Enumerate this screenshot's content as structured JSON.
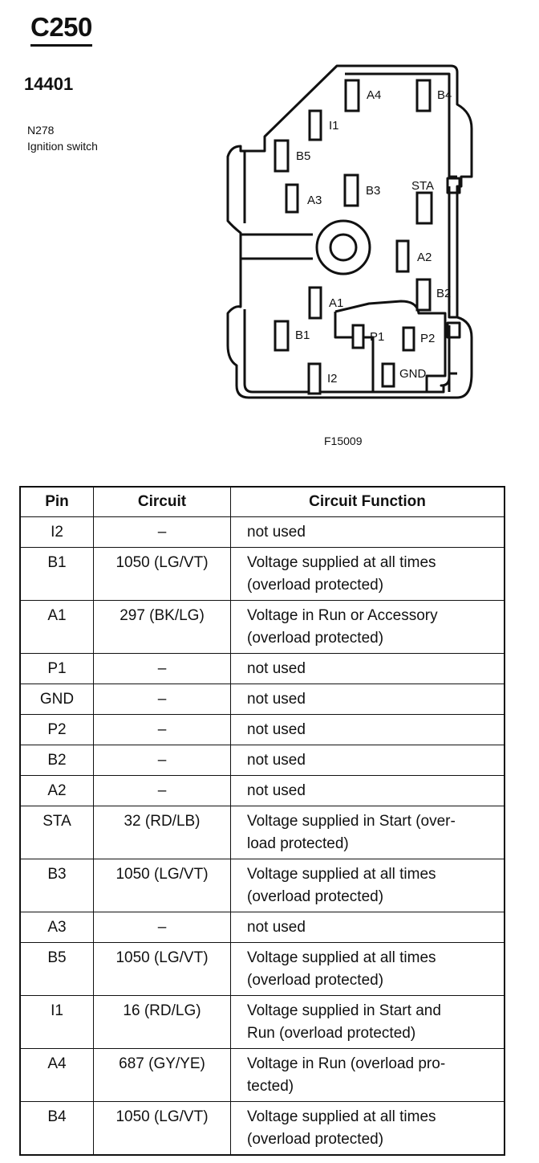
{
  "header": {
    "connector": "C250",
    "part_number": "14401",
    "component_code": "N278",
    "component_name": "Ignition switch"
  },
  "diagram": {
    "figure_id": "F15009",
    "pins": [
      "A4",
      "B4",
      "I1",
      "B5",
      "A3",
      "B3",
      "STA",
      "A2",
      "B2",
      "A1",
      "B1",
      "P1",
      "P2",
      "I2",
      "GND"
    ]
  },
  "table": {
    "headers": [
      "Pin",
      "Circuit",
      "Circuit Function"
    ],
    "rows": [
      {
        "pin": "I2",
        "circuit": "–",
        "function": [
          "not used"
        ]
      },
      {
        "pin": "B1",
        "circuit": "1050 (LG/VT)",
        "function": [
          "Voltage supplied at all times",
          "(overload protected)"
        ]
      },
      {
        "pin": "A1",
        "circuit": "297 (BK/LG)",
        "function": [
          "Voltage in Run or Accessory",
          "(overload protected)"
        ]
      },
      {
        "pin": "P1",
        "circuit": "–",
        "function": [
          "not used"
        ]
      },
      {
        "pin": "GND",
        "circuit": "–",
        "function": [
          "not used"
        ]
      },
      {
        "pin": "P2",
        "circuit": "–",
        "function": [
          "not used"
        ]
      },
      {
        "pin": "B2",
        "circuit": "–",
        "function": [
          "not used"
        ]
      },
      {
        "pin": "A2",
        "circuit": "–",
        "function": [
          "not used"
        ]
      },
      {
        "pin": "STA",
        "circuit": "32 (RD/LB)",
        "function": [
          "Voltage supplied in Start (over-",
          "load protected)"
        ]
      },
      {
        "pin": "B3",
        "circuit": "1050 (LG/VT)",
        "function": [
          "Voltage supplied at all times",
          "(overload protected)"
        ]
      },
      {
        "pin": "A3",
        "circuit": "–",
        "function": [
          "not used"
        ]
      },
      {
        "pin": "B5",
        "circuit": "1050 (LG/VT)",
        "function": [
          "Voltage supplied at all times",
          "(overload protected)"
        ]
      },
      {
        "pin": "I1",
        "circuit": "16 (RD/LG)",
        "function": [
          "Voltage supplied in Start and",
          "Run (overload protected)"
        ]
      },
      {
        "pin": "A4",
        "circuit": "687 (GY/YE)",
        "function": [
          "Voltage in Run (overload pro-",
          "tected)"
        ]
      },
      {
        "pin": "B4",
        "circuit": "1050 (LG/VT)",
        "function": [
          "Voltage supplied at all times",
          "(overload protected)"
        ]
      }
    ]
  }
}
